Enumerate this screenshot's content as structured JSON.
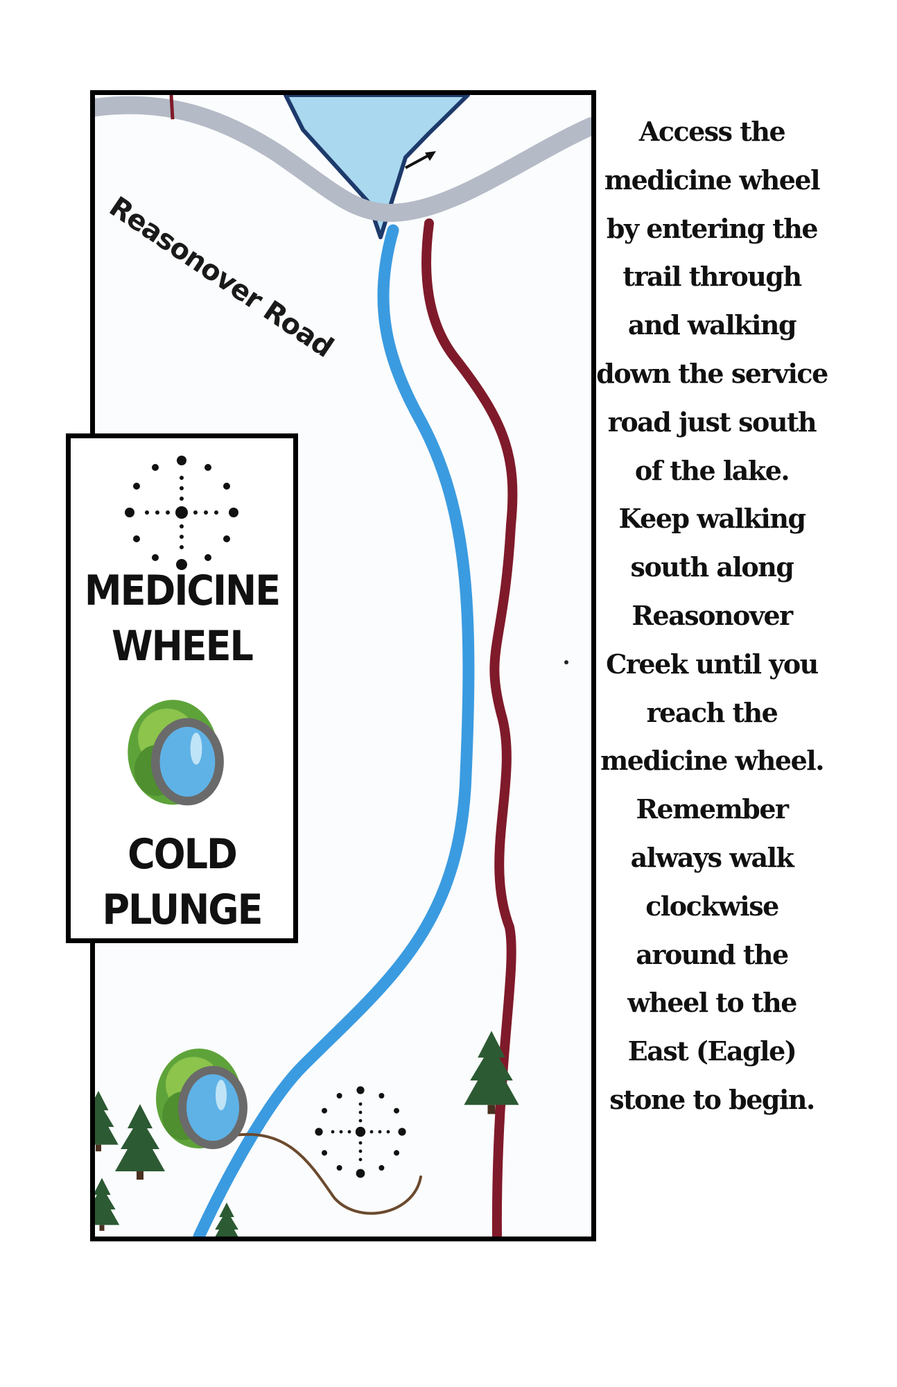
{
  "map": {
    "road_label": "Reasonover Road",
    "colors": {
      "road": "#b4bac6",
      "creek": "#3b9be0",
      "lake": "#a9d8ef",
      "lake_outline": "#1d3a6b",
      "trail": "#7f1a2a",
      "path": "#6b4a2e",
      "tree": "#2c5a33"
    },
    "icons": [
      "medicine-wheel-icon",
      "cold-plunge-icon",
      "pine-tree-icon",
      "direction-arrow-icon"
    ]
  },
  "legend": {
    "medicine_wheel": "MEDICINE\nWHEEL",
    "cold_plunge": "COLD\nPLUNGE"
  },
  "instructions": {
    "text": "Access the medicine wheel by entering the trail through and walking down the service road just south of the lake. Keep walking south along Reasonover Creek until you reach the medicine wheel. Remember always walk clockwise around the wheel to the East (Eagle) stone to begin."
  }
}
